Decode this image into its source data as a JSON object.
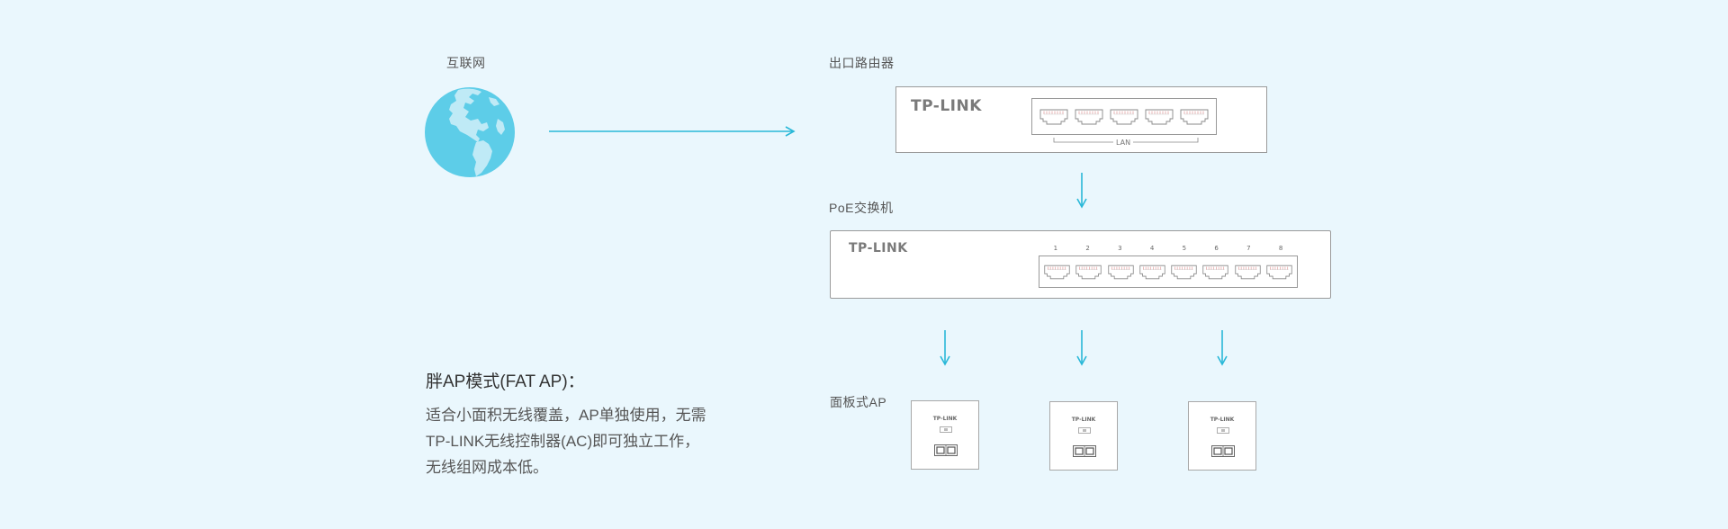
{
  "nodes": {
    "internet": {
      "label": "互联网"
    },
    "router": {
      "label": "出口路由器",
      "brand": "TP-LINK",
      "lan_label": "LAN",
      "port_count": 5
    },
    "switch": {
      "label": "PoE交换机",
      "brand": "TP-LINK",
      "port_numbers": [
        "1",
        "2",
        "3",
        "4",
        "5",
        "6",
        "7",
        "8"
      ]
    },
    "panel_ap": {
      "label": "面板式AP",
      "brand": "TP-LINK",
      "count": 3
    }
  },
  "description": {
    "heading": "胖AP模式(FAT AP)：",
    "lines": [
      "适合小面积无线覆盖，AP单独使用，无需",
      "TP-LINK无线控制器(AC)即可独立工作，",
      "无线组网成本低。"
    ]
  },
  "colors": {
    "background": "#eaf7fd",
    "accent": "#29b8d8",
    "globe": "#5dcde8",
    "globe_land": "#bfeaf6",
    "device_border": "#9a9a9a"
  },
  "icons": {
    "globe": "globe-icon",
    "arrow": "arrow-icon",
    "port": "ethernet-port-icon"
  }
}
